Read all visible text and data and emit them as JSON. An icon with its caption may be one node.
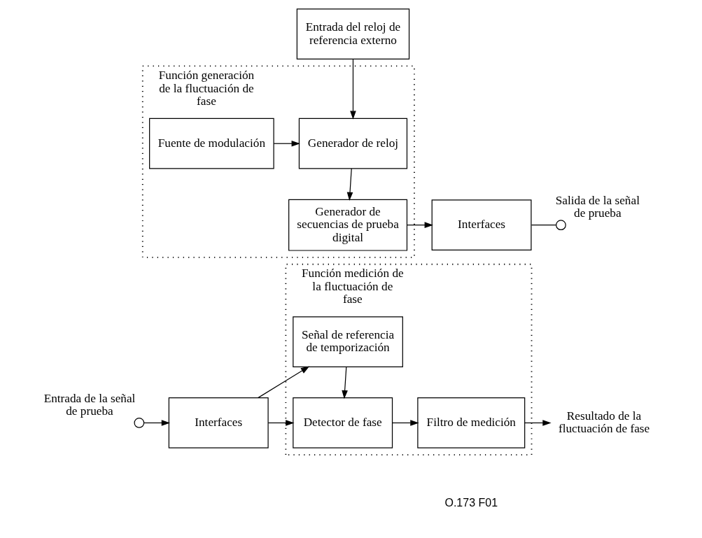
{
  "diagram": {
    "nodes": [
      {
        "text": [
          "Función generación de la fluctuación de fase"
        ]
      },
      {
        "text": [
          "Entrada del reloj de referencia externo"
        ]
      },
      {
        "text": [
          "Fuente de modulación"
        ],
        "in": 0
      },
      {
        "text": [
          "Generador de reloj"
        ],
        "in": 0
      },
      {
        "text": [
          "Generador de secuencias de prueba digital"
        ],
        "in": 0
      },
      {
        "text": [
          "Interfaces"
        ]
      },
      {
        "text": [],
        "shape": "circle",
        "beside": [
          "Salida de la señal de prueba"
        ]
      },
      {
        "text": [
          "Función medición de la fluctuación de fase"
        ]
      },
      {
        "text": [
          "Señal de referencia de temporización"
        ],
        "in": 7
      },
      {
        "text": [
          "Detector de fase"
        ],
        "in": 7
      },
      {
        "text": [
          "Filtro de medición"
        ],
        "in": 7
      },
      {
        "text": [],
        "shape": "circle",
        "beside": [
          "Entrada de la señal de prueba"
        ]
      },
      {
        "text": [
          "Interfaces"
        ]
      },
      {
        "text": [
          "Resultado de la fluctuación de fase"
        ]
      }
    ],
    "edges": [
      {
        "from": 1,
        "to": 3,
        "arrow": "to"
      },
      {
        "from": 2,
        "to": 3,
        "arrow": "to"
      },
      {
        "from": 3,
        "to": 4,
        "arrow": "to"
      },
      {
        "from": 4,
        "to": 5,
        "arrow": "to"
      },
      {
        "from": 5,
        "to": 6,
        "arrow": "none"
      },
      {
        "from": 11,
        "to": 12,
        "arrow": "to"
      },
      {
        "from": 12,
        "to": 8,
        "arrow": "to"
      },
      {
        "from": 12,
        "to": 9,
        "arrow": "to"
      },
      {
        "from": 8,
        "to": 9,
        "arrow": "to"
      },
      {
        "from": 9,
        "to": 10,
        "arrow": "to"
      },
      {
        "from": 10,
        "to": 13,
        "arrow": "to"
      }
    ],
    "labels": [
      "O.173 F01"
    ]
  }
}
